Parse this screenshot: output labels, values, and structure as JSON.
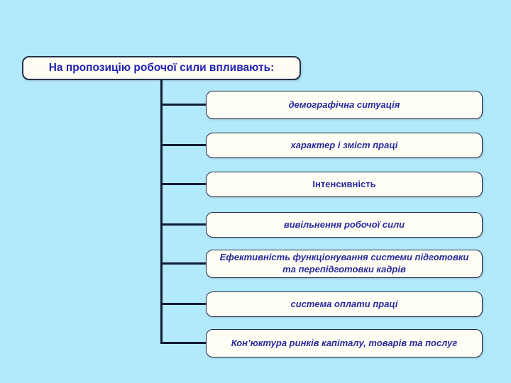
{
  "slide": {
    "kind": "presentation-diagram",
    "colors": {
      "background": "#b2e9fb",
      "box_fill": "#fffef5",
      "box_border": "#232c45",
      "connector": "#101c33",
      "title_text": "#2323b4",
      "item_text": "#29299c"
    }
  },
  "title": {
    "label": "На пропозицію робочої сили впливають:"
  },
  "items": [
    {
      "label": "демографічна ситуація"
    },
    {
      "label": "характер і зміст праці"
    },
    {
      "label": "Інтенсивність"
    },
    {
      "label": "вивільнення робочої сили"
    },
    {
      "label": "Ефективність функціонування системи підготовки та перепідготовки кадрів"
    },
    {
      "label": "система оплати праці"
    },
    {
      "label": "Кон’юктура ринків капіталу, товарів та послуг"
    }
  ]
}
